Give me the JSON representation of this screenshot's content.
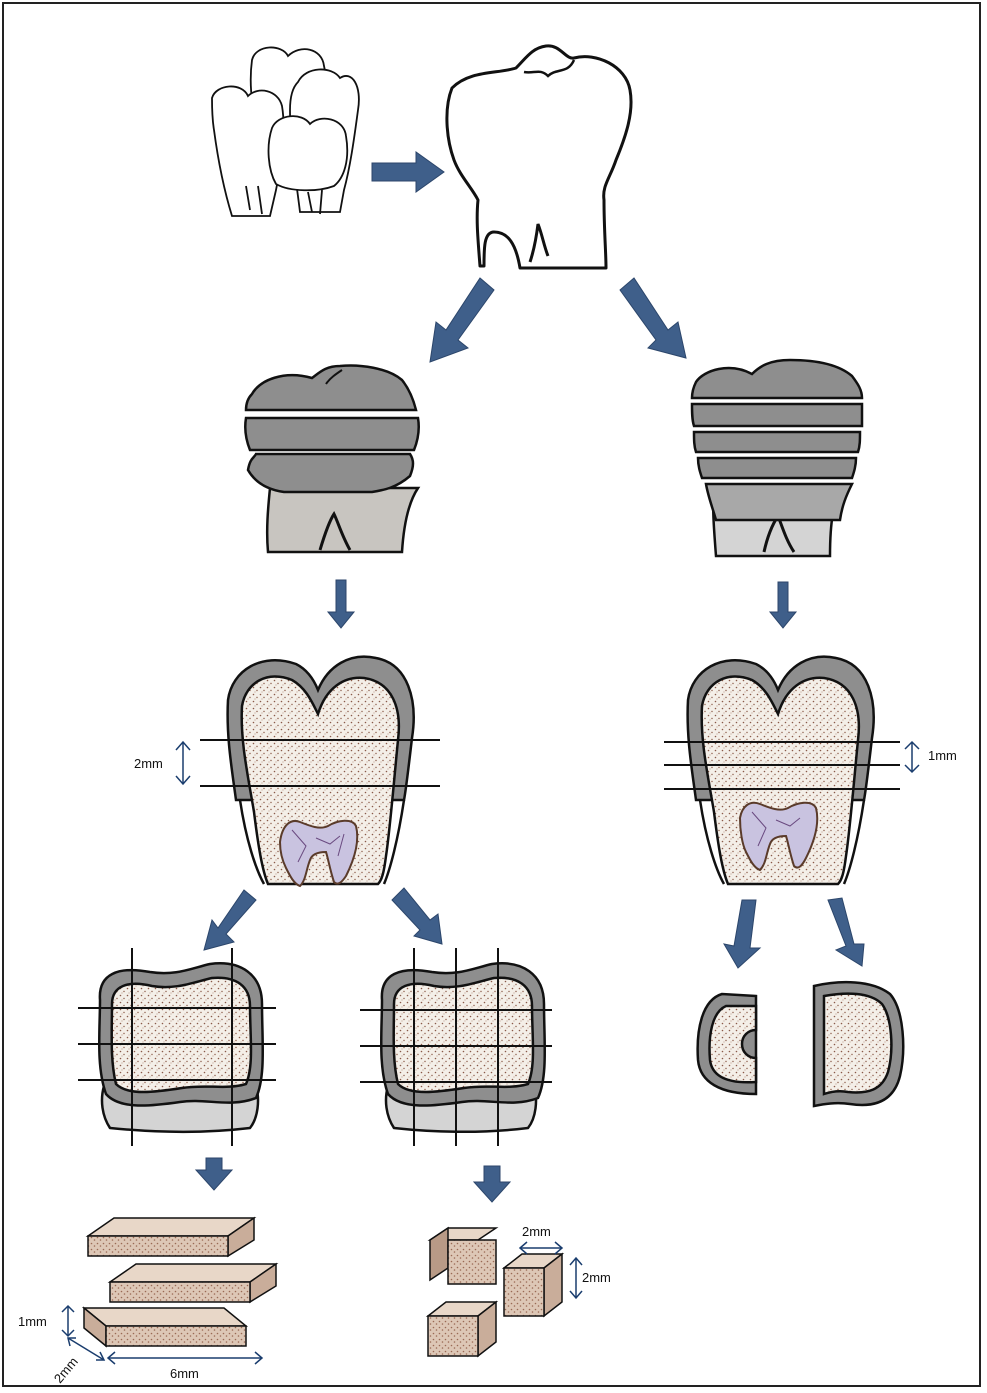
{
  "labels": {
    "left_section_thickness": "2mm",
    "right_section_thickness": "1mm",
    "slab_height": "1mm",
    "slab_width": "2mm",
    "slab_length": "6mm",
    "cube_width": "2mm",
    "cube_height": "2mm"
  },
  "colors": {
    "arrow": "#3f5f8a",
    "enamel": "#8e8e8e",
    "root": "#d4d4d4",
    "dentin_dots": "#8a5a48",
    "pulp": "#c9c3e0",
    "dimension_arrows": "#1a3d6e"
  }
}
